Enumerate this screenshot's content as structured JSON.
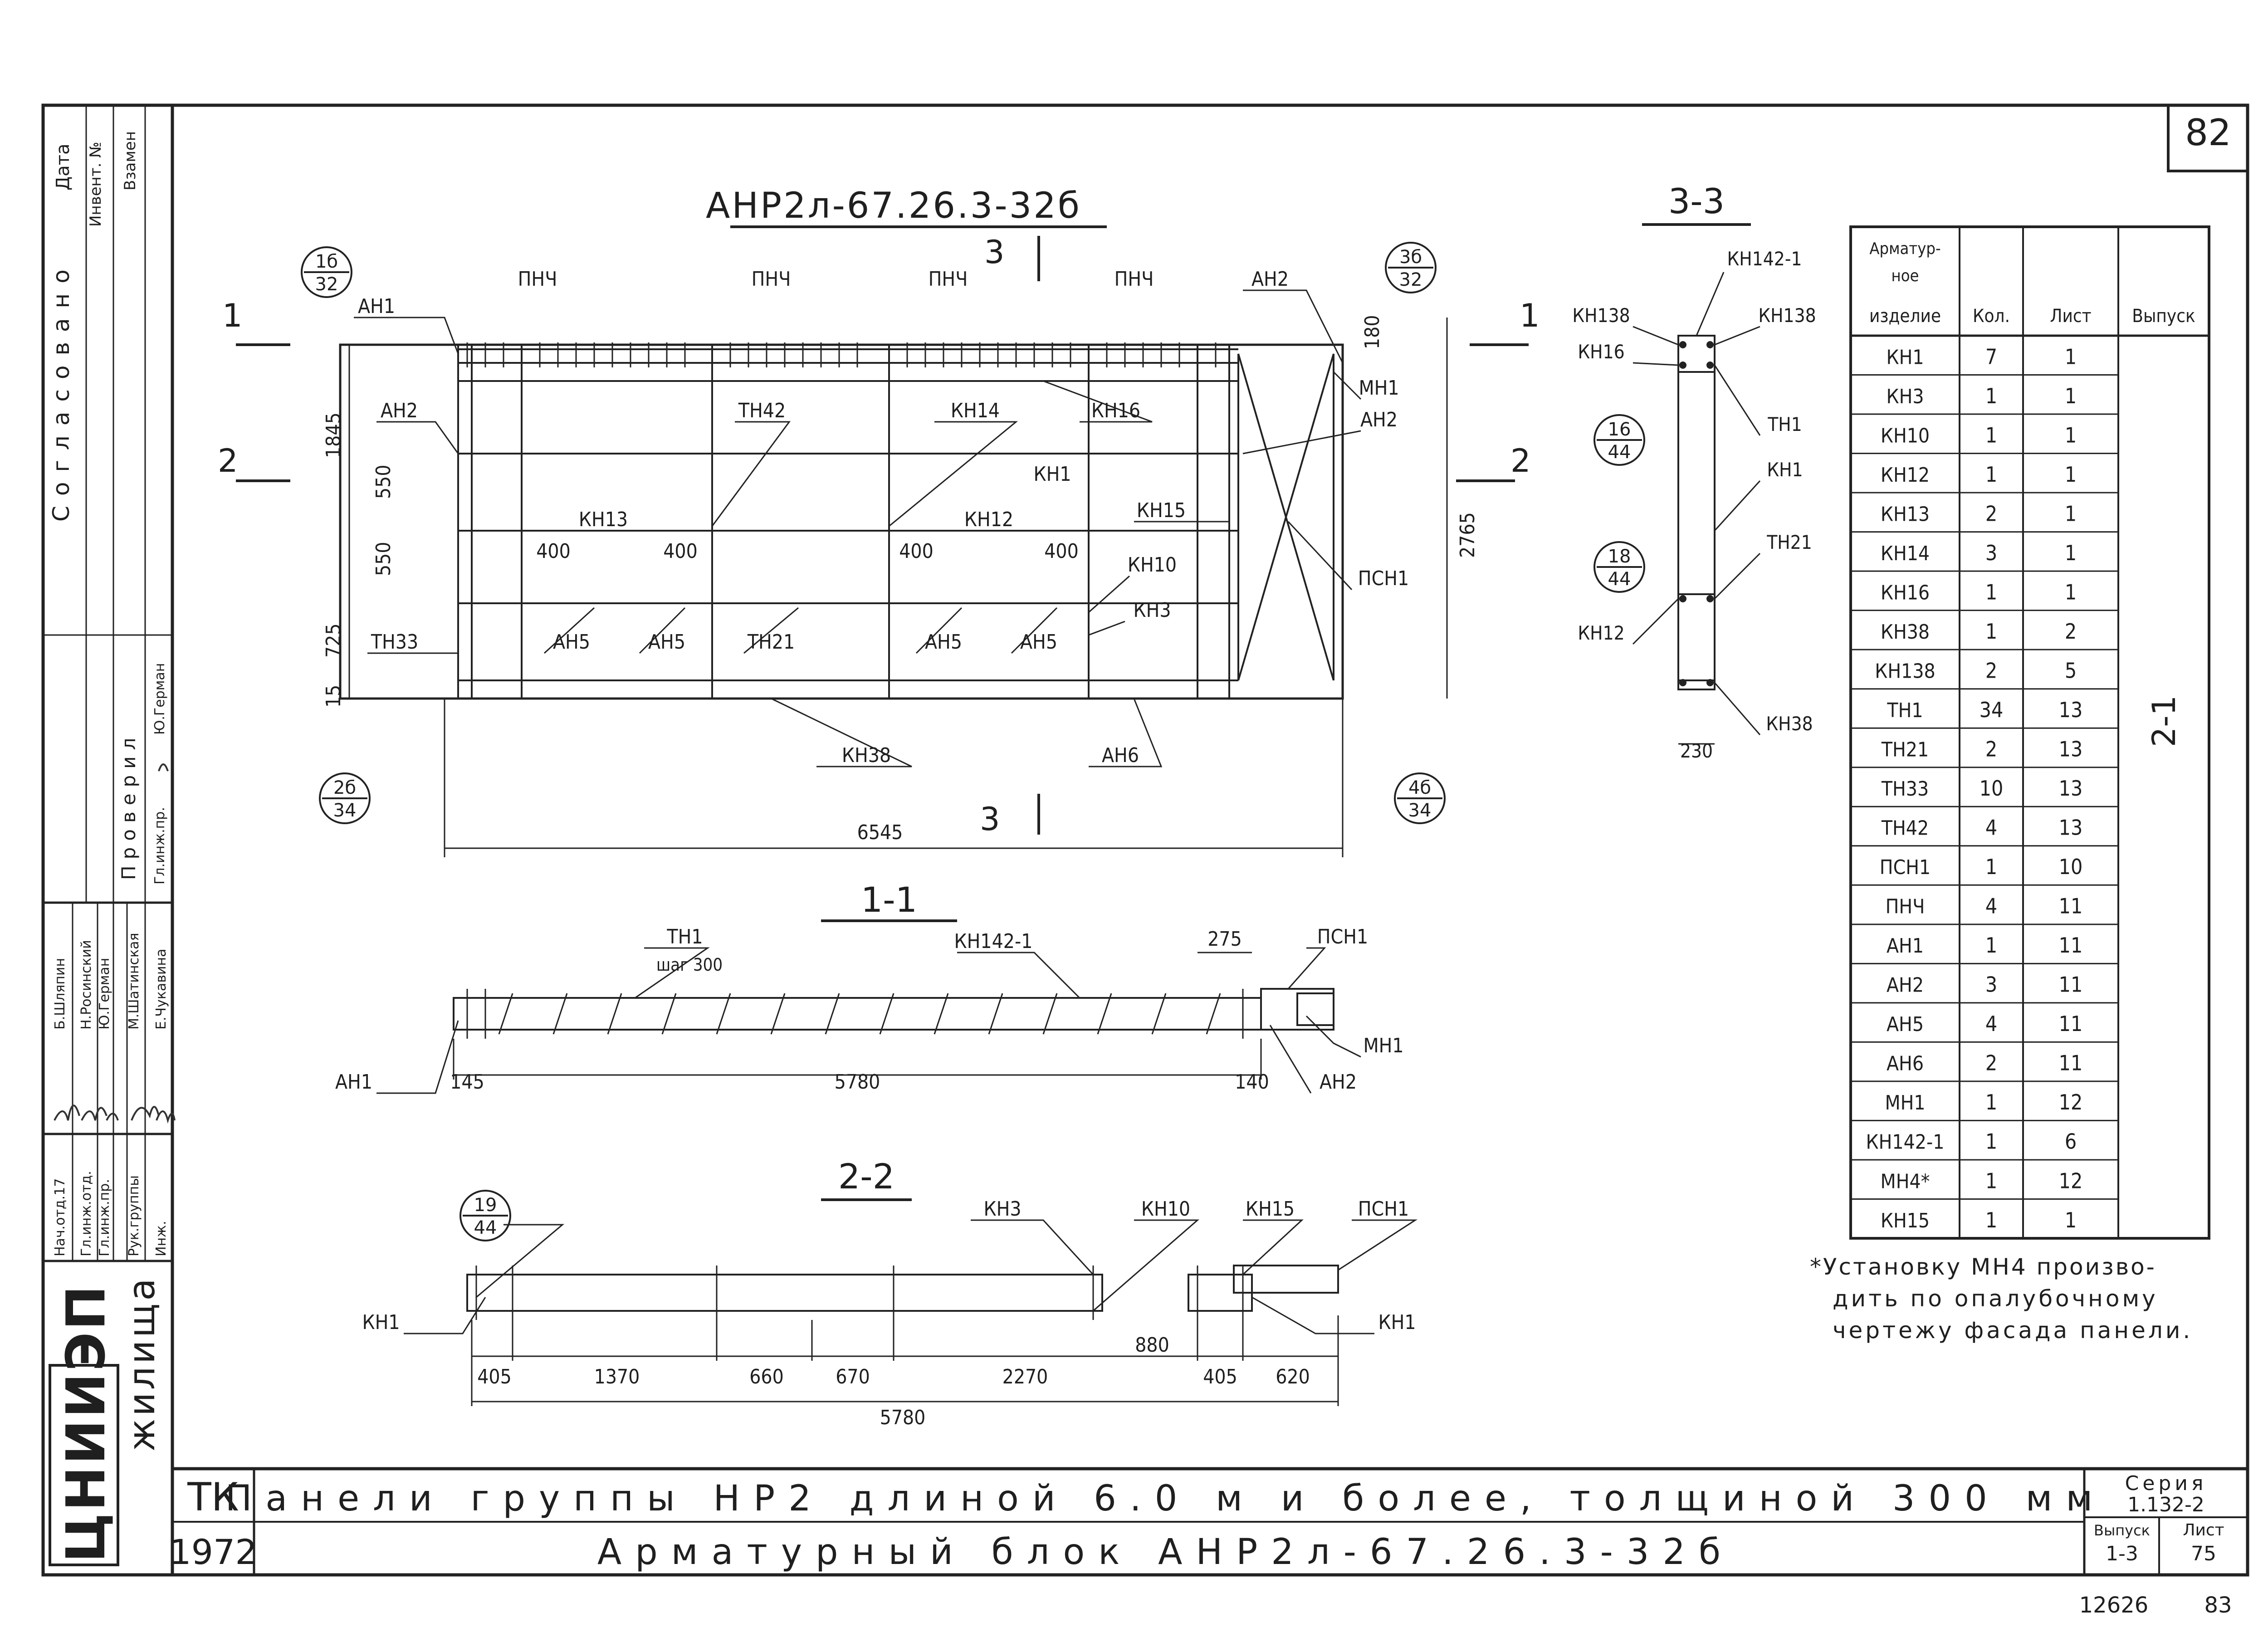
{
  "sheet": {
    "number": "82",
    "bottom_note": "12626",
    "bottom_note_2": "83"
  },
  "main": {
    "title": "АНР2л-67.26.3-32б",
    "section_3_3": "3-3",
    "section_1_1": "1-1",
    "section_2_2": "2-2",
    "cut_1": "1",
    "cut_2": "2",
    "cut_3": "3",
    "nodes": [
      {
        "top": "1б",
        "bottom": "32"
      },
      {
        "top": "3б",
        "bottom": "32"
      },
      {
        "top": "2б",
        "bottom": "34"
      },
      {
        "top": "4б",
        "bottom": "34"
      },
      {
        "top": "16",
        "bottom": "44"
      },
      {
        "top": "18",
        "bottom": "44"
      },
      {
        "top": "19",
        "bottom": "44"
      }
    ],
    "elevation_labels": [
      "ПНЧ",
      "ПНЧ",
      "ПНЧ",
      "ПНЧ",
      "АН2",
      "АН1",
      "АН2",
      "ТН42",
      "КН14",
      "КН16",
      "КН1",
      "КН13",
      "КН12",
      "КН15",
      "КН10",
      "КН3",
      "ТН33",
      "АН5",
      "АН5",
      "ТН21",
      "АН5",
      "АН5",
      "КН38",
      "АН6",
      "МН1",
      "АН2",
      "ПСН1"
    ],
    "elevation_dims": [
      "1845",
      "550",
      "550",
      "725",
      "15",
      "400",
      "400",
      "400",
      "400",
      "180",
      "2765",
      "6545"
    ],
    "section33_labels": [
      "КН142-1",
      "КН138",
      "КН138",
      "КН16",
      "ТН1",
      "КН1",
      "ТН21",
      "КН12",
      "КН38",
      "230"
    ],
    "section11_labels": [
      "ТН1",
      "шаг 300",
      "КН142-1",
      "275",
      "ПСН1",
      "АН1",
      "МН1",
      "АН2"
    ],
    "section11_dims": [
      "145",
      "5780",
      "140"
    ],
    "section22_labels": [
      "КН3",
      "КН10",
      "КН15",
      "ПСН1",
      "КН1",
      "КН1"
    ],
    "section22_dims": [
      "405",
      "1370",
      "660",
      "670",
      "2270",
      "880",
      "405",
      "620",
      "5780"
    ]
  },
  "table": {
    "headers": [
      "Арматур-ное изделие",
      "Кол.",
      "Лист",
      "Выпуск"
    ],
    "rows": [
      [
        "КН1",
        "7",
        "1"
      ],
      [
        "КН3",
        "1",
        "1"
      ],
      [
        "КН10",
        "1",
        "1"
      ],
      [
        "КН12",
        "1",
        "1"
      ],
      [
        "КН13",
        "2",
        "1"
      ],
      [
        "КН14",
        "3",
        "1"
      ],
      [
        "КН16",
        "1",
        "1"
      ],
      [
        "КН38",
        "1",
        "2"
      ],
      [
        "КН138",
        "2",
        "5"
      ],
      [
        "ТН1",
        "34",
        "13"
      ],
      [
        "ТН21",
        "2",
        "13"
      ],
      [
        "ТН33",
        "10",
        "13"
      ],
      [
        "ТН42",
        "4",
        "13"
      ],
      [
        "ПСН1",
        "1",
        "10"
      ],
      [
        "ПНЧ",
        "4",
        "11"
      ],
      [
        "АН1",
        "1",
        "11"
      ],
      [
        "АН2",
        "3",
        "11"
      ],
      [
        "АН5",
        "4",
        "11"
      ],
      [
        "АН6",
        "2",
        "11"
      ],
      [
        "МН1",
        "1",
        "12"
      ],
      [
        "КН142-1",
        "1",
        "6"
      ],
      [
        "МН4*",
        "1",
        "12"
      ],
      [
        "КН15",
        "1",
        "1"
      ]
    ],
    "vypusk": "2-1"
  },
  "note": {
    "line1": "*Установку МН4 произво-",
    "line2": "дить по опалубочному",
    "line3": "чертежу фасада панели."
  },
  "titleblock": {
    "org_abbr": "ЦНИИЭП",
    "org_name": "жилища",
    "tk": "ТК",
    "year": "1972",
    "title1": "Панели группы НР2 длиной 6.0 м и более, толщиной 300 мм",
    "title2": "Арматурный блок АНР2л-67.26.3-32б",
    "seria_label": "Серия",
    "seria": "1.132-2",
    "vypusk_label": "Выпуск",
    "vypusk": "1-3",
    "list_label": "Лист",
    "list": "75"
  },
  "sidebar": {
    "agreed": "Согласовано",
    "date": "Дата",
    "inv": "Инвент. №",
    "vzamen": "Взамен",
    "checked": "Проверил",
    "checked_roles": [
      "Гл.инж.пр.",
      "Ю.Герман"
    ],
    "roles": [
      "Нач.отд.17",
      "Гл.инж.отд.",
      "Гл.инж.пр.",
      "Рук.группы",
      "Инж."
    ],
    "names": [
      "Б.Шляпин",
      "Н.Росинский",
      "Ю.Герман",
      "М.Шатинская",
      "Е.Чукавина"
    ]
  }
}
